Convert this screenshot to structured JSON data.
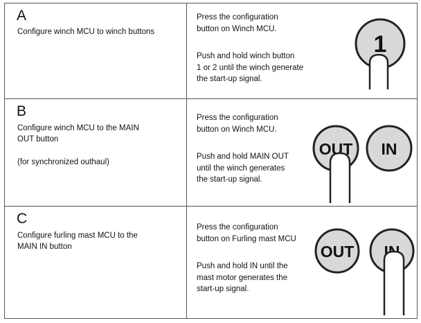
{
  "rows": [
    {
      "letter": "A",
      "title_lines": [
        "Configure winch MCU to winch buttons"
      ],
      "note": "",
      "step1_lines": [
        "Press the configuration",
        "button on Winch MCU."
      ],
      "step2_lines": [
        "Push and hold winch button",
        "1 or 2 until the winch generate",
        "the start-up signal."
      ],
      "buttons": [
        {
          "label": "1",
          "icon": "winch-button-1-icon",
          "pressed": true
        }
      ]
    },
    {
      "letter": "B",
      "title_lines": [
        "Configure winch MCU to the MAIN",
        "OUT button"
      ],
      "note": "(for synchronized outhaul)",
      "step1_lines": [
        "Press the configuration",
        "button on Winch MCU."
      ],
      "step2_lines": [
        "Push and hold MAIN OUT",
        "until the winch generates",
        "the start-up signal."
      ],
      "buttons": [
        {
          "label": "OUT",
          "icon": "out-button-icon",
          "pressed": true
        },
        {
          "label": "IN",
          "icon": "in-button-icon",
          "pressed": false
        }
      ]
    },
    {
      "letter": "C",
      "title_lines": [
        "Configure furling mast MCU to the",
        "MAIN IN button"
      ],
      "note": "",
      "step1_lines": [
        "Press the configuration",
        "button on Furling mast MCU"
      ],
      "step2_lines": [
        "Push and hold IN until the",
        "mast motor generates the",
        "start-up signal."
      ],
      "buttons": [
        {
          "label": "OUT",
          "icon": "out-button-icon",
          "pressed": false
        },
        {
          "label": "IN",
          "icon": "in-button-icon",
          "pressed": true
        }
      ]
    }
  ],
  "colors": {
    "button_fill": "#d8d8d8",
    "button_stroke": "#222222",
    "border": "#555555",
    "finger_fill": "#ffffff"
  },
  "icons": {
    "finger": "pointing-finger-icon"
  }
}
